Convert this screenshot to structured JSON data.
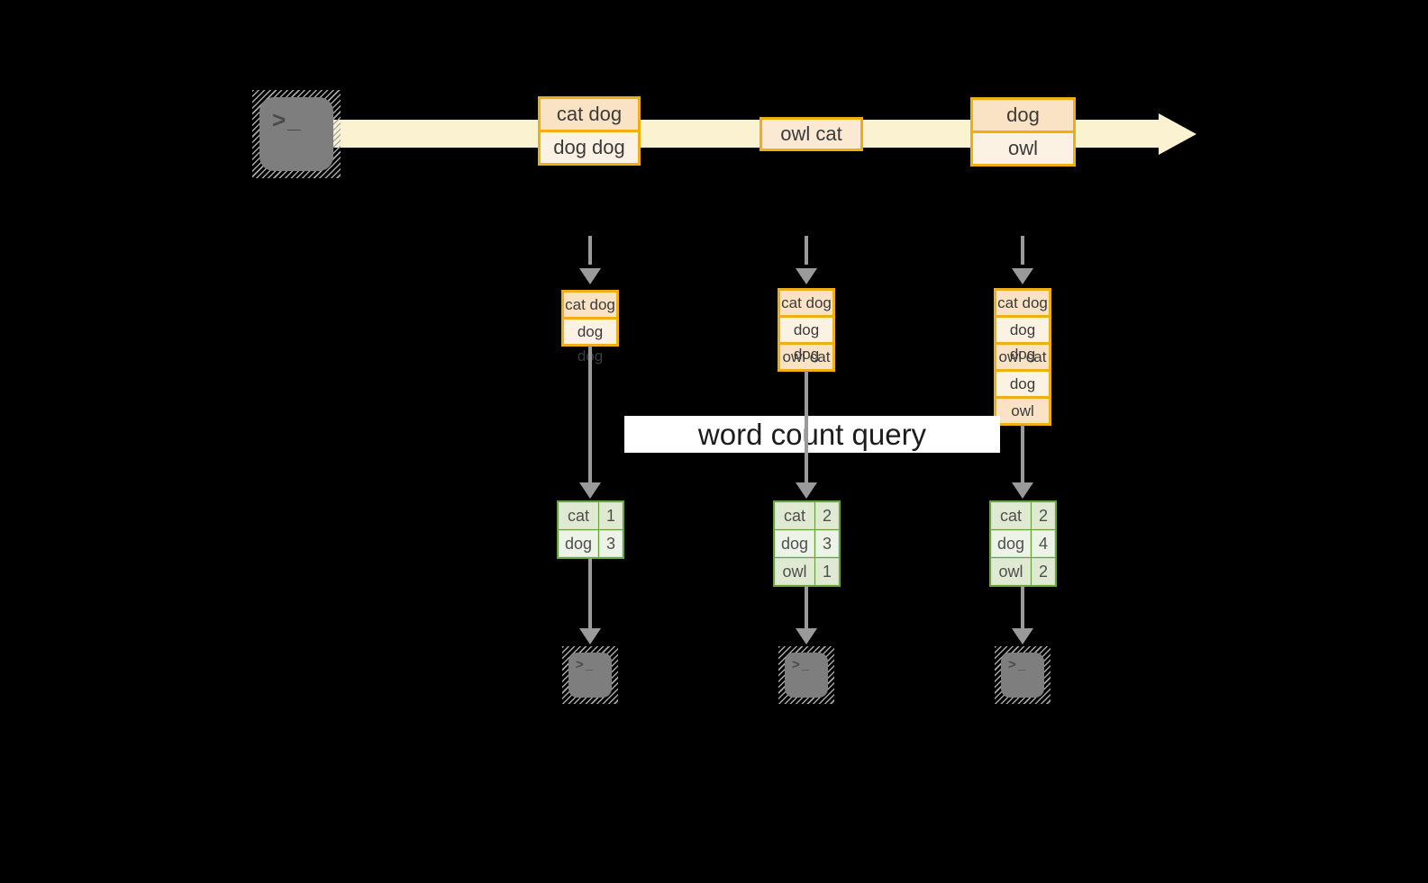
{
  "palette": {
    "background": "#000000",
    "stream_band": "#FAF2D0",
    "gold_border": "#EFAF13",
    "peach_fill": "#FAE3C4",
    "cream_fill": "#FCF2E3",
    "green_border": "#68A33C",
    "green_cell": "#E0E9D2",
    "green_cell_light": "#EEF3E8",
    "arrow_gray": "#9A9A9A",
    "terminal_gray": "#7E7E7E",
    "label_bg": "#FFFFFF"
  },
  "icons": {
    "terminal_prompt": ">_"
  },
  "stream": {
    "batches": [
      {
        "lines": [
          "cat dog",
          "dog dog"
        ]
      },
      {
        "lines": [
          "owl cat"
        ]
      },
      {
        "lines": [
          "dog",
          "owl"
        ]
      }
    ]
  },
  "query": {
    "label": "word count query"
  },
  "columns": [
    {
      "accumulated": [
        "cat dog",
        "dog dog"
      ],
      "counts": [
        {
          "word": "cat",
          "count": "1"
        },
        {
          "word": "dog",
          "count": "3"
        }
      ]
    },
    {
      "accumulated": [
        "cat dog",
        "dog dog",
        "owl cat"
      ],
      "counts": [
        {
          "word": "cat",
          "count": "2"
        },
        {
          "word": "dog",
          "count": "3"
        },
        {
          "word": "owl",
          "count": "1"
        }
      ]
    },
    {
      "accumulated": [
        "cat dog",
        "dog dog",
        "owl cat",
        "dog",
        "owl"
      ],
      "counts": [
        {
          "word": "cat",
          "count": "2"
        },
        {
          "word": "dog",
          "count": "4"
        },
        {
          "word": "owl",
          "count": "2"
        }
      ]
    }
  ]
}
